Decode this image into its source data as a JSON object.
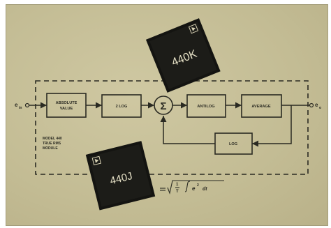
{
  "blocks": {
    "absolute_value": [
      "ABSOLUTE",
      "VALUE"
    ],
    "log2": "2 LOG",
    "sum_symbol": "Σ",
    "antilog": "ANTILOG",
    "average": "AVERAGE",
    "log": "LOG"
  },
  "ports": {
    "input": "e",
    "input_sub": "in",
    "output": "e",
    "output_sub": "o"
  },
  "module_label": [
    "MODEL 440",
    "TRUE RMS",
    "MODULE"
  ],
  "chips": {
    "top": {
      "part": "440K"
    },
    "bottom": {
      "part": "440J"
    }
  },
  "colors": {
    "paper": "#c6bf98",
    "ink": "#2a2a22",
    "chip": "#151512"
  }
}
